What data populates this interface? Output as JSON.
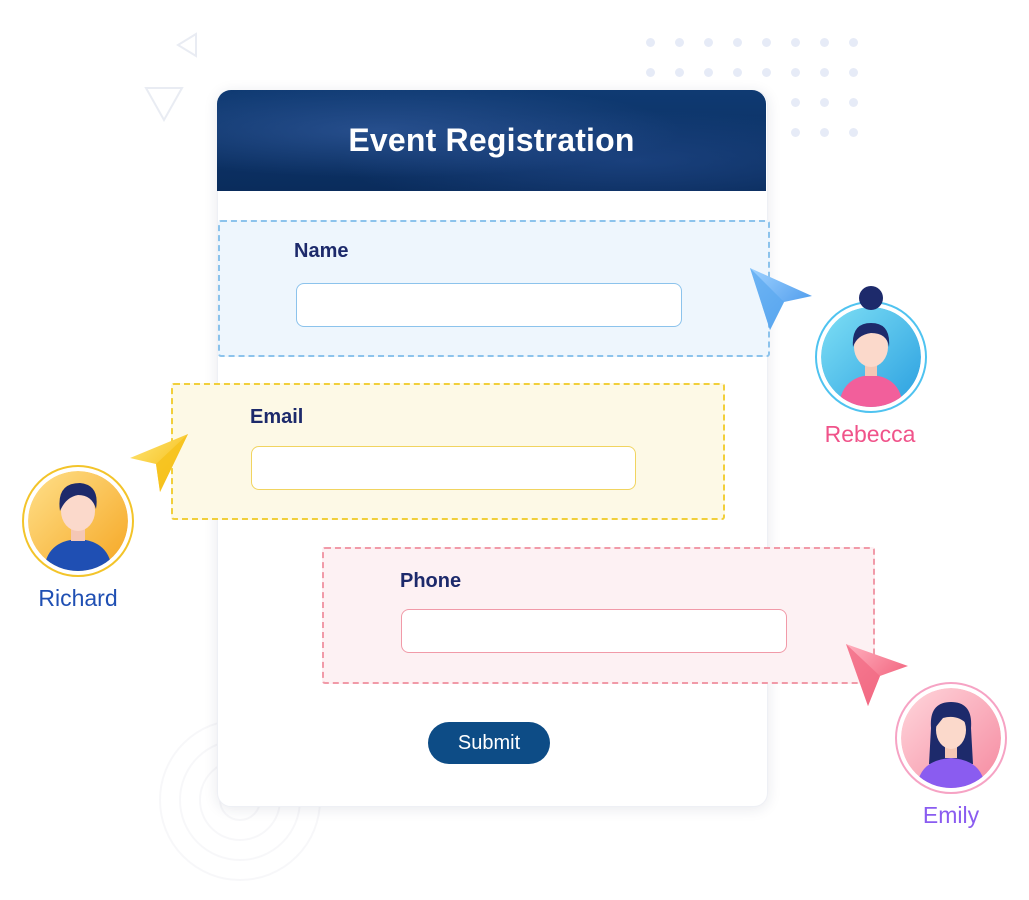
{
  "form": {
    "title": "Event Registration",
    "fields": {
      "name": {
        "label": "Name",
        "value": ""
      },
      "email": {
        "label": "Email",
        "value": ""
      },
      "phone": {
        "label": "Phone",
        "value": ""
      }
    },
    "submit_label": "Submit"
  },
  "collaborators": [
    {
      "name": "Rebecca",
      "color": "#f0538a",
      "cursor_color": "#4aa3f2"
    },
    {
      "name": "Richard",
      "color": "#1f4fb3",
      "cursor_color": "#f7c71b"
    },
    {
      "name": "Emily",
      "color": "#8a5cf0",
      "cursor_color": "#f56b85"
    }
  ],
  "colors": {
    "header_bg": "#0a2c5c",
    "button_bg": "#0d4c86",
    "label": "#1d2a6b"
  }
}
